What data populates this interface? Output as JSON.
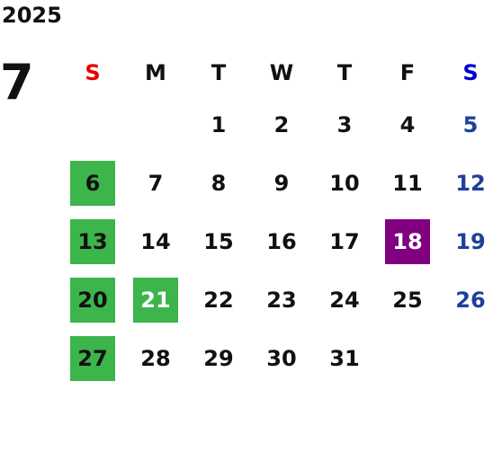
{
  "year": "2025",
  "month": "7",
  "colors": {
    "sunday_header": "#e60000",
    "saturday_header": "#0000cc",
    "saturday_date": "#1f3f99",
    "green": "#3cb54a",
    "purple": "#800080"
  },
  "weekdays": [
    "S",
    "M",
    "T",
    "W",
    "T",
    "F",
    "S"
  ],
  "weeks": [
    [
      "",
      "",
      "1",
      "2",
      "3",
      "4",
      "5"
    ],
    [
      "6",
      "7",
      "8",
      "9",
      "10",
      "11",
      "12"
    ],
    [
      "13",
      "14",
      "15",
      "16",
      "17",
      "18",
      "19"
    ],
    [
      "20",
      "21",
      "22",
      "23",
      "24",
      "25",
      "26"
    ],
    [
      "27",
      "28",
      "29",
      "30",
      "31",
      "",
      ""
    ]
  ],
  "highlights": {
    "green": [
      "6",
      "13",
      "20",
      "21",
      "27"
    ],
    "purple": [
      "18"
    ]
  }
}
